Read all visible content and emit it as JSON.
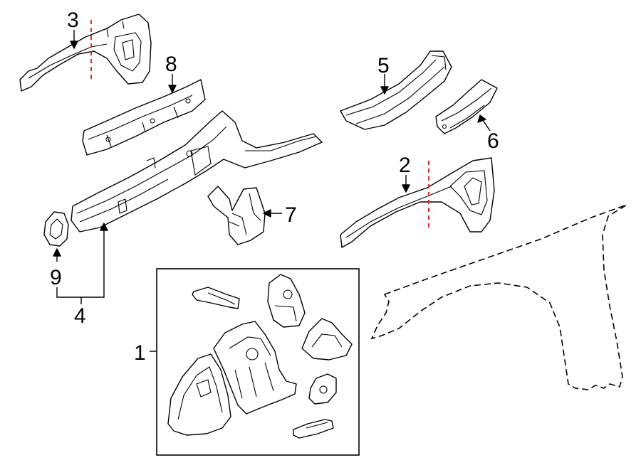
{
  "diagram": {
    "callouts": [
      {
        "id": "1",
        "text": "1"
      },
      {
        "id": "2",
        "text": "2"
      },
      {
        "id": "3",
        "text": "3"
      },
      {
        "id": "4",
        "text": "4"
      },
      {
        "id": "5",
        "text": "5"
      },
      {
        "id": "6",
        "text": "6"
      },
      {
        "id": "7",
        "text": "7"
      },
      {
        "id": "8",
        "text": "8"
      },
      {
        "id": "9",
        "text": "9"
      }
    ],
    "colors": {
      "line": "#000000",
      "cut_line": "#e32b2b",
      "background": "#ffffff"
    }
  }
}
